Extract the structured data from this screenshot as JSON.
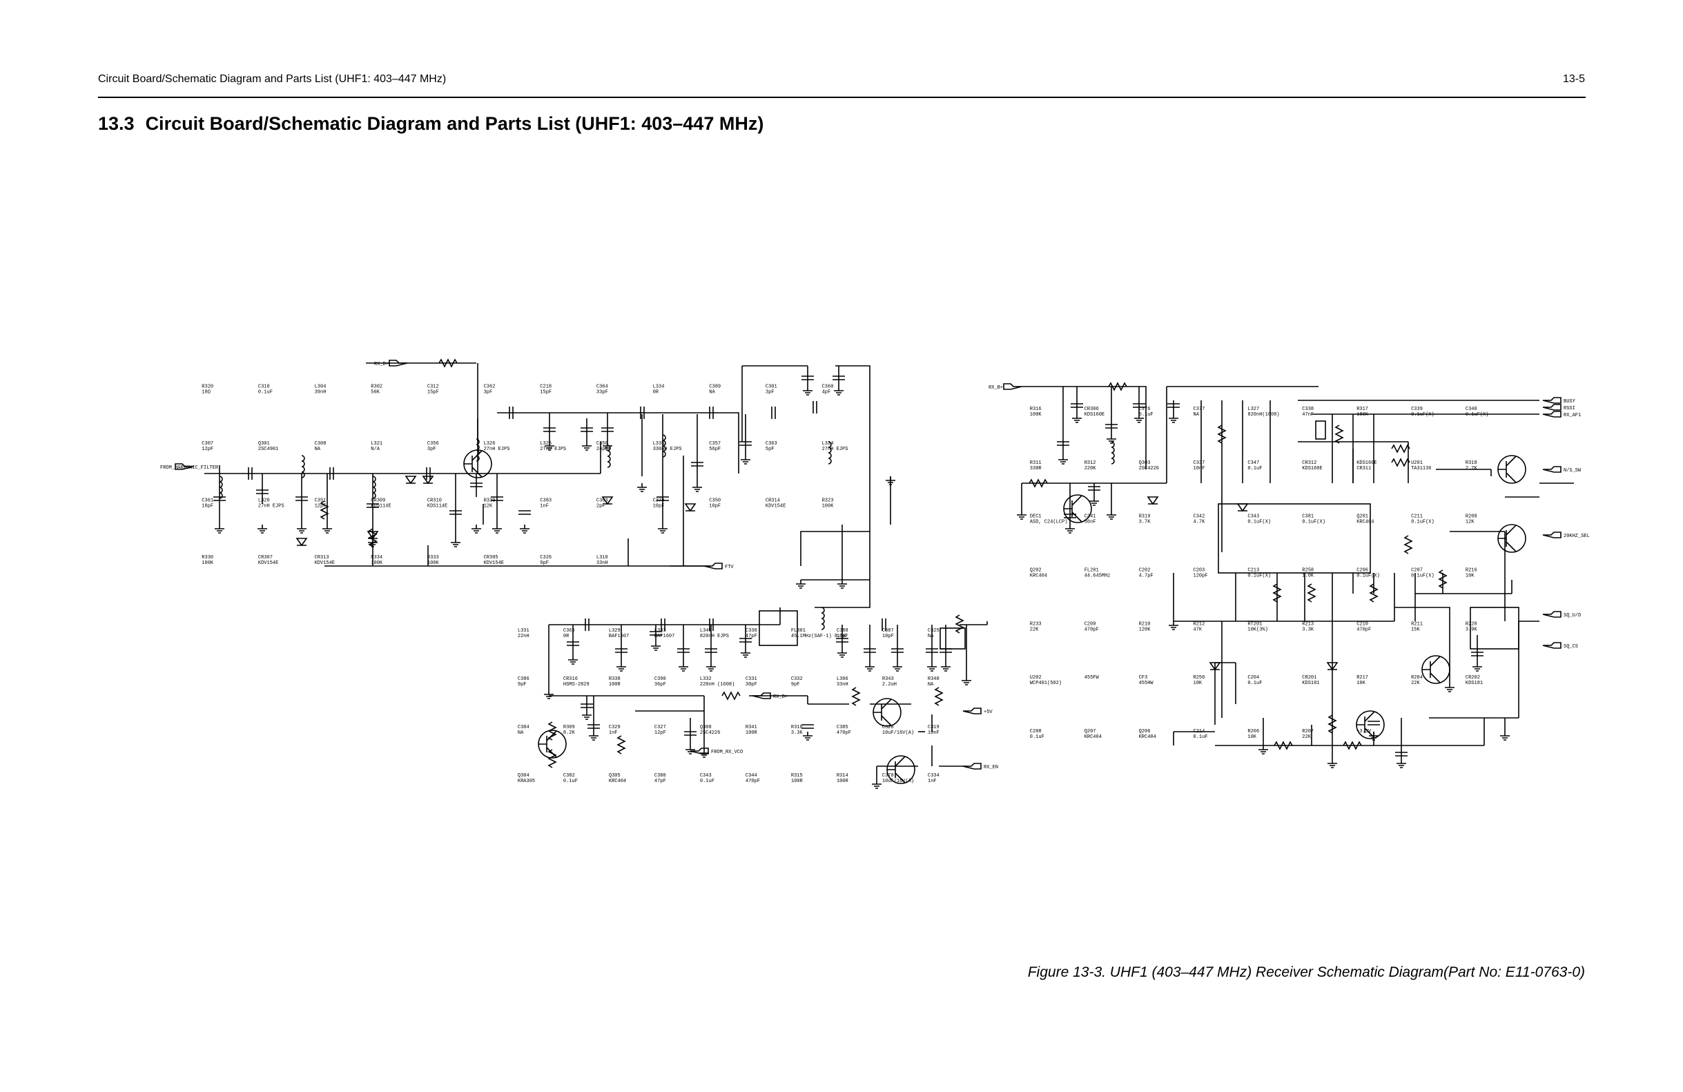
{
  "header": {
    "running_title": "Circuit Board/Schematic Diagram and Parts List (UHF1: 403–447 MHz)",
    "page_number": "13-5"
  },
  "section": {
    "number": "13.3",
    "title": "Circuit Board/Schematic Diagram and Parts List (UHF1: 403–447 MHz)"
  },
  "figure": {
    "caption": "Figure 13-3. UHF1 (403–447 MHz) Receiver Schematic Diagram(Part No: E11-0763-0)"
  },
  "schematic": {
    "ports": [
      "RX_B+",
      "FROM_HARMONIC_FILTER",
      "FTV",
      "RX_B+",
      "+5V",
      "RX_EN",
      "FROM_RX_VCO",
      "RX_B+",
      "BUSY",
      "RSSI",
      "RX_AF1",
      "N/S_SW",
      "20KHZ_SEL",
      "SQ_U/D",
      "SQ_CS"
    ],
    "labels": [
      "R320 18Ω",
      "C310 0.1uF",
      "L304 39nH",
      "R302 56K",
      "C312 15pF",
      "C362 3pF",
      "C218 15pF",
      "C364 33pF",
      "L334 0R",
      "C389 NA",
      "C301 3pF",
      "C360 4pF",
      "C307 12pF",
      "Q301 2SC4901",
      "C308 NA",
      "L321 N/A",
      "C356 3pF",
      "L326 27nH EJPS",
      "L325 27nH EJPS",
      "C358 24pF",
      "L335 330nH EJPS",
      "C357 56pF",
      "C363 5pF",
      "L324 27nH EJPS",
      "C361 18pF",
      "L320 27nH EJPS",
      "C351 12pF",
      "CR309 KDS114E",
      "CR310 KDS114E",
      "R339 12K",
      "C383 1nF",
      "C363 2pF",
      "C379 10pF",
      "C350 10pF",
      "CR314 KDV154E",
      "R323 100K",
      "R330 100K",
      "CR307 KDV154E",
      "CR313 KDV154E",
      "R334 100K",
      "R333 100K",
      "CR305 KDV154E",
      "C326 9pF",
      "L310 33nH",
      "L331 22nH",
      "C365 0R",
      "L329 BAF1607",
      "L333 BAF1607",
      "L340 820nH EJPS",
      "C330 47pF",
      "FL301 45.1MHz(SAF-1) 8.5K",
      "C388 10pF",
      "C387 10pF",
      "C325 NA",
      "C386 9pF",
      "CR316 HSMS-2829",
      "R338 100R",
      "C390 36pF",
      "L332 220nH (1608)",
      "C331 30pF",
      "C332 9pF",
      "L306 33nH",
      "R343 2.2uH",
      "R340 NA",
      "C384 NA",
      "R309 8.2K",
      "C329 1nF",
      "C327 12pF",
      "Q308 2SC4226",
      "R341 100R",
      "R310 3.3K",
      "C385 470pF",
      "C320 10uF/16V(A)",
      "C319 10nF",
      "Q304 KRA305",
      "C382 0.1uF",
      "Q305 KRC404",
      "C380 47pF",
      "C343 0.1uF",
      "C344 470pF",
      "R315 100R",
      "R314 100R",
      "C378 10uF/16V(A)",
      "C334 1nF",
      "R316 100K",
      "CR306 KDS160E",
      "C376 0.1uF",
      "C377 NA",
      "L327 820nH(1608)",
      "C338 47nF",
      "R317 180K",
      "C339 0.1uF(X)",
      "C340 0.1uF(X)",
      "R311 330R",
      "R312 220K",
      "Q303 2SC4226",
      "C337 10nF",
      "C347 0.1uF",
      "CR312 KDS160E",
      "KDS160E CR311",
      "U201 TA31136",
      "R318 2.7K",
      "DEC1 ASD, C24(LCP)",
      "C341 56nF",
      "R319 3.7K",
      "C342 4.7K",
      "C343 0.1uF(X)",
      "C381 0.1uF(X)",
      "Q201 KRC404",
      "C211 0.1uF(X)",
      "R208 12K",
      "Q202 KRC404",
      "FL201 44.645MHz",
      "C202 4.7pF",
      "C203 120pF",
      "C213 0.1uF(X)",
      "R258 1.0K",
      "C206 0.1uF(X)",
      "C207 0.1uF(X)",
      "R216 10K",
      "R233 22K",
      "C209 470pF",
      "R210 120K",
      "R212 47K",
      "RT201 10K(3%)",
      "R213 3.3K",
      "C210 470pF",
      "R211 15K",
      "R220 3.9K",
      "U202 WCP401(502)",
      "455FW",
      "CF3 455HW",
      "R250 10K",
      "C204 0.1uF",
      "CR201 KDS181",
      "R217 10K",
      "R204 22K",
      "CR202 KDS181",
      "C208 0.1uF",
      "Q207 KRC404",
      "Q206 KRC404",
      "C214 0.1uF",
      "R206 10K",
      "R207 22K",
      "+3.3V"
    ]
  }
}
